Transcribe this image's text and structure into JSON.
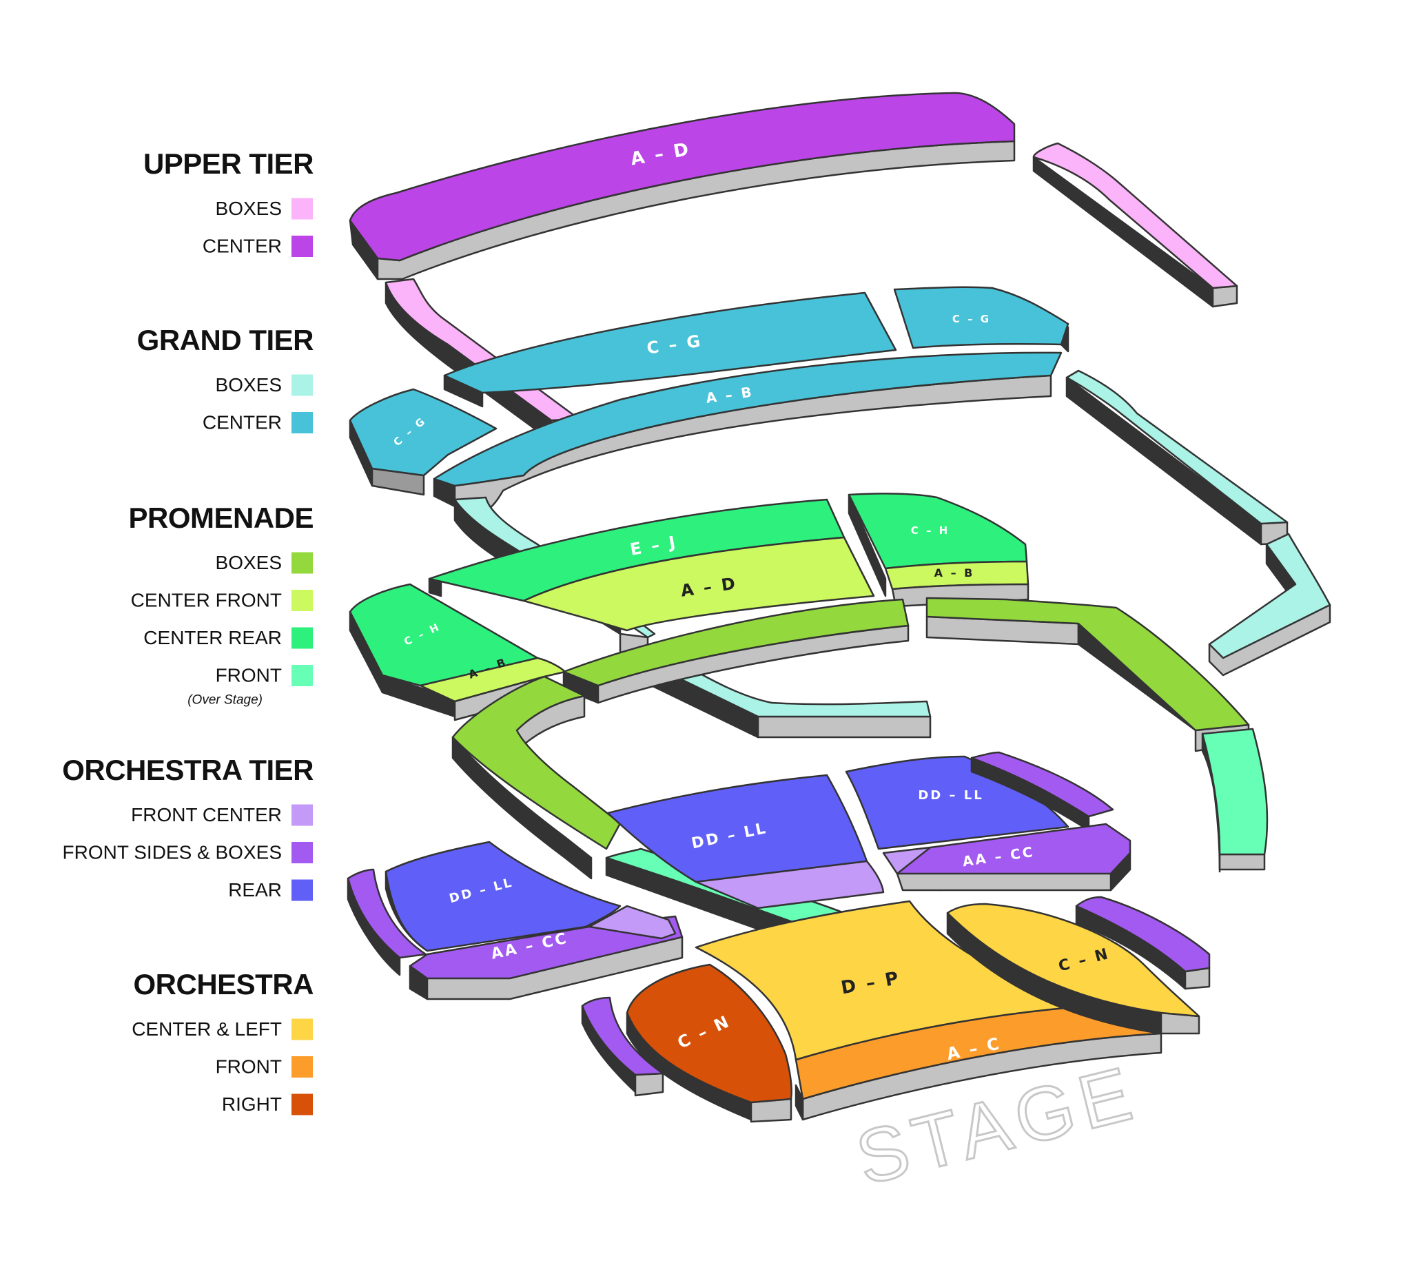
{
  "colors": {
    "upper_boxes": "#FBB3F9",
    "upper_center": "#BC45E8",
    "grand_boxes": "#AAF3E6",
    "grand_center": "#48C2D8",
    "prom_boxes": "#93D93E",
    "prom_center_front": "#CCF860",
    "prom_center_rear": "#2EF07D",
    "prom_front": "#66FFB5",
    "orch_tier_front_center": "#C39AF7",
    "orch_tier_front_sides": "#A35AF0",
    "orch_tier_rear": "#6060F8",
    "orch_center_left": "#FDD545",
    "orch_front": "#FC9C2A",
    "orch_right": "#D75108",
    "side_gray": "#C3C3C3",
    "dark_side": "#333333",
    "stage_text": "#C8C8C8"
  },
  "legend": [
    {
      "title": "UPPER TIER",
      "items": [
        {
          "label": "BOXES",
          "color": "#FBB3F9"
        },
        {
          "label": "CENTER",
          "color": "#BC45E8"
        }
      ]
    },
    {
      "title": "GRAND TIER",
      "items": [
        {
          "label": "BOXES",
          "color": "#AAF3E6"
        },
        {
          "label": "CENTER",
          "color": "#48C2D8"
        }
      ]
    },
    {
      "title": "PROMENADE",
      "items": [
        {
          "label": "BOXES",
          "color": "#93D93E"
        },
        {
          "label": "CENTER FRONT",
          "color": "#CCF860"
        },
        {
          "label": "CENTER REAR",
          "color": "#2EF07D"
        },
        {
          "label": "FRONT",
          "color": "#66FFB5",
          "note": "(Over Stage)"
        }
      ]
    },
    {
      "title": "ORCHESTRA TIER",
      "items": [
        {
          "label": "FRONT CENTER",
          "color": "#C39AF7"
        },
        {
          "label": "FRONT SIDES & BOXES",
          "color": "#A35AF0"
        },
        {
          "label": "REAR",
          "color": "#6060F8"
        }
      ]
    },
    {
      "title": "ORCHESTRA",
      "items": [
        {
          "label": "CENTER & LEFT",
          "color": "#FDD545"
        },
        {
          "label": "FRONT",
          "color": "#FC9C2A"
        },
        {
          "label": "RIGHT",
          "color": "#D75108"
        }
      ]
    }
  ],
  "sections": {
    "upper_center": "A – D",
    "grand_center_left": "C – G",
    "grand_center_main": "C – G",
    "grand_center_right": "C – G",
    "grand_center_front": "A – B",
    "prom_rear_left": "C – H",
    "prom_front_left": "A – B",
    "prom_rear_main": "E – J",
    "prom_front_main": "A – D",
    "prom_rear_right": "C – H",
    "prom_front_right": "A – B",
    "ot_rear_left": "DD – LL",
    "ot_sides_left": "AA – CC",
    "ot_rear_center": "DD – LL",
    "ot_rear_right": "DD – LL",
    "ot_sides_right": "AA – CC",
    "orch_center": "D – P",
    "orch_front": "A – C",
    "orch_right": "C – N",
    "orch_left": "C – N"
  },
  "stage": "STAGE"
}
